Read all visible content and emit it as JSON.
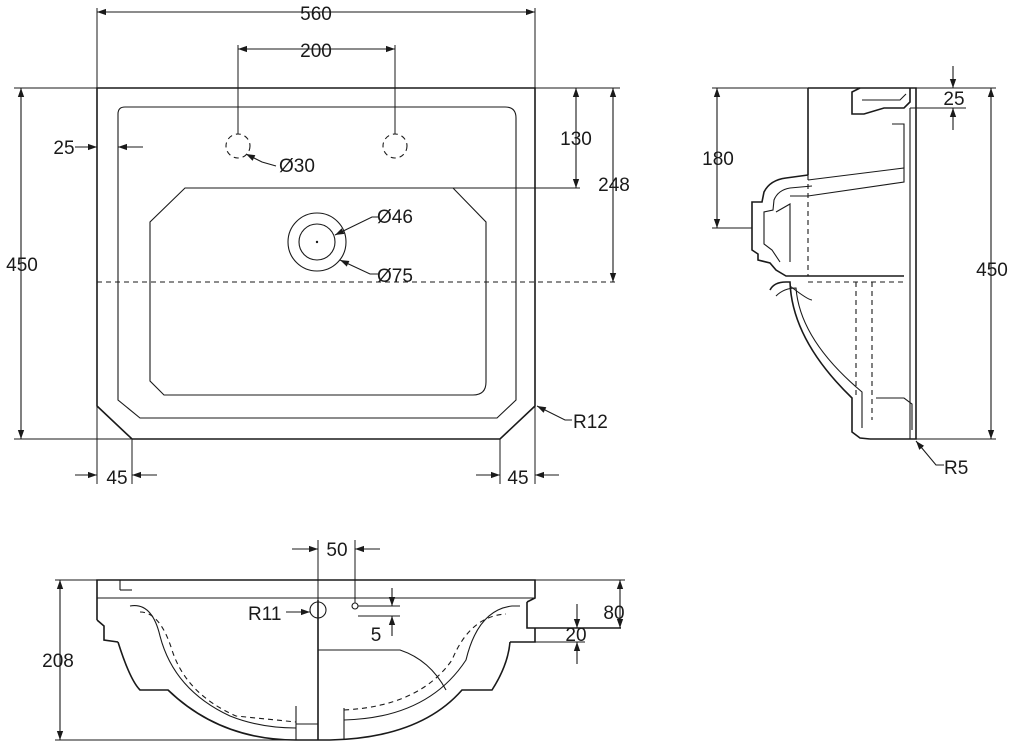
{
  "plan_view": {
    "width": "560",
    "tap_spacing": "200",
    "depth": "450",
    "rim": "25",
    "tap_hole_dia": "Ø30",
    "tap_offset": "130",
    "overflow_line": "248",
    "waste_inner_dia": "Ø46",
    "waste_outer_dia": "Ø75",
    "corner_radius": "R12",
    "chamfer_left": "45",
    "chamfer_right": "45"
  },
  "side_view": {
    "rim_height": "25",
    "waste_height": "180",
    "depth": "450",
    "edge_radius": "R5"
  },
  "front_view": {
    "overflow_offset": "50",
    "overflow_radius": "R11",
    "overflow_gap": "5",
    "deck_height": "80",
    "lip_height": "20",
    "total_height": "208"
  }
}
